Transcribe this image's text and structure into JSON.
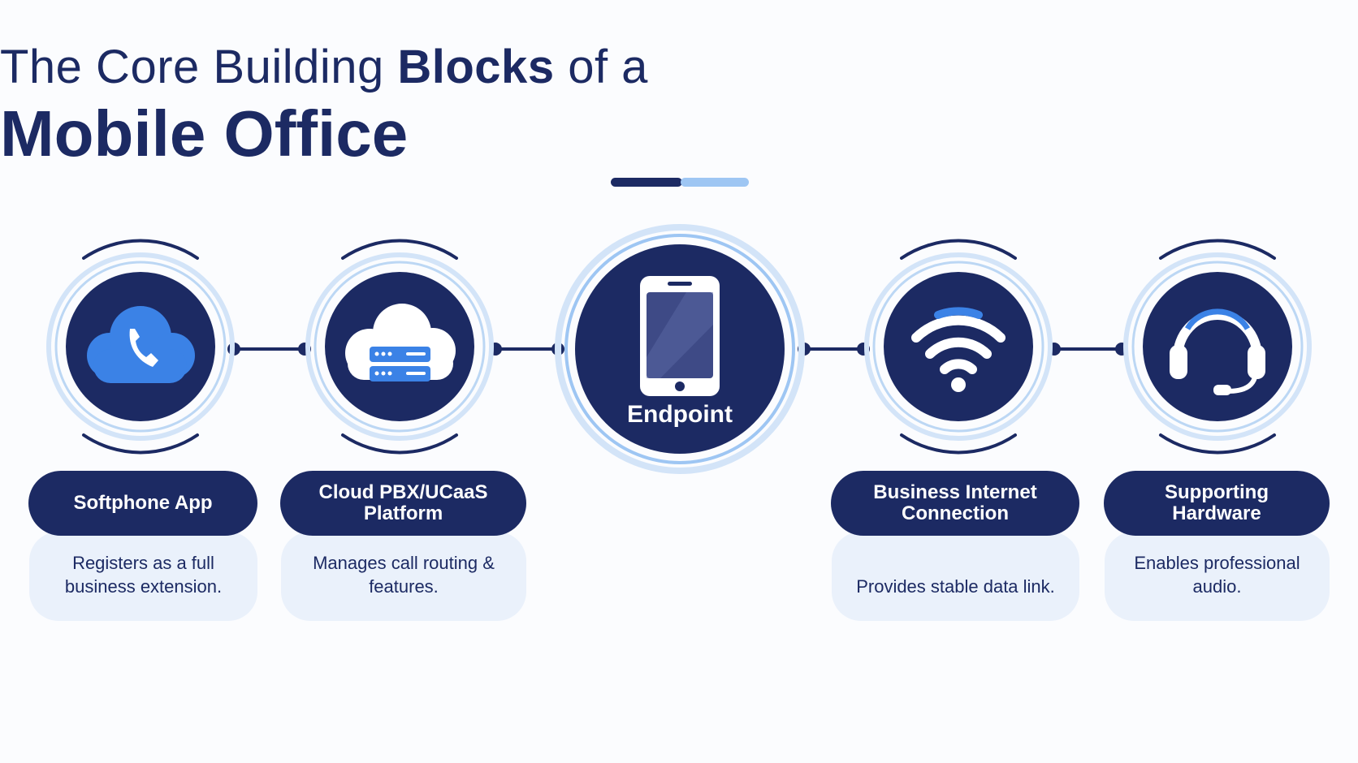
{
  "title": {
    "line1_part1": "The Core Building ",
    "line1_bold": "Blocks",
    "line1_part2": " of a",
    "line2": "Mobile Office"
  },
  "center": {
    "label": "Endpoint",
    "icon": "smartphone-icon"
  },
  "blocks": [
    {
      "title": "Softphone App",
      "description": "Registers as a full business extension.",
      "icon": "cloud-phone-icon"
    },
    {
      "title": "Cloud PBX/UCaaS Platform",
      "description": "Manages call routing & features.",
      "icon": "cloud-server-icon"
    },
    {
      "title": "Business Internet Connection",
      "description": "Provides stable data link.",
      "icon": "wifi-icon"
    },
    {
      "title": "Supporting Hardware",
      "description": "Enables professional audio.",
      "icon": "headset-icon"
    }
  ],
  "colors": {
    "navy": "#1c2a63",
    "accent_blue": "#3b82e6",
    "light_blue": "#9ec6f3",
    "card_bg": "#eaf1fb"
  }
}
